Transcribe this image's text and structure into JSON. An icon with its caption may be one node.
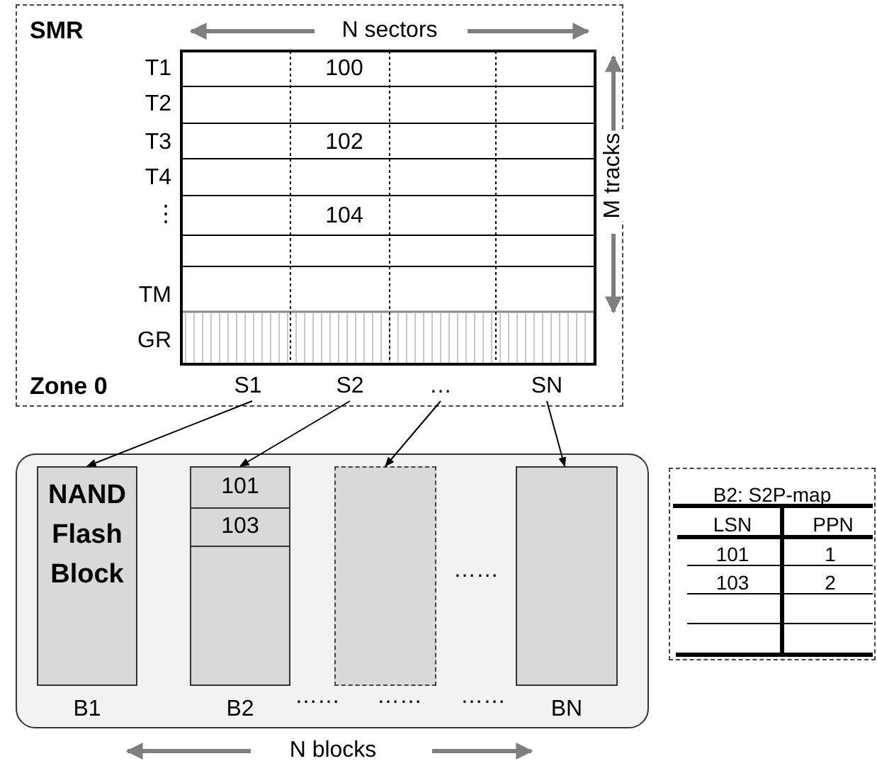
{
  "diagram": {
    "nodes": [
      {
        "text": [
          "SMR",
          "Zone 0"
        ]
      },
      {
        "text": [
          "S1"
        ],
        "in": 0
      },
      {
        "text": [
          "S2"
        ],
        "in": 0
      },
      {
        "text": [
          "…"
        ],
        "in": 0
      },
      {
        "text": [
          "SN"
        ],
        "in": 0
      },
      {
        "text": [],
        "shape": "box"
      },
      {
        "text": [
          "NAND Flash Block"
        ],
        "in": 5,
        "beside": [
          "B1"
        ]
      },
      {
        "text": [],
        "shape": "box",
        "in": 5,
        "beside": [
          "B2"
        ]
      },
      {
        "text": [
          "101"
        ],
        "in": 7
      },
      {
        "text": [
          "103"
        ],
        "in": 7
      },
      {
        "text": [],
        "shape": "box",
        "in": 5
      },
      {
        "text": [],
        "shape": "box",
        "in": 5,
        "beside": [
          "BN"
        ]
      },
      {
        "text": [
          "B2: S2P-map"
        ]
      }
    ],
    "edges": [
      {
        "from": 1,
        "to": 6,
        "arrow": "to"
      },
      {
        "from": 2,
        "to": 7,
        "arrow": "to"
      },
      {
        "from": 3,
        "to": 10,
        "arrow": "to"
      },
      {
        "from": 4,
        "to": 11,
        "arrow": "to"
      }
    ],
    "labels": [
      "N sectors",
      "T1",
      "100",
      "T2",
      "T3",
      "102",
      "T4",
      "⋮",
      "104",
      "TM",
      "GR",
      "M tracks",
      "……",
      "……",
      "……",
      "……",
      "N blocks",
      "LSN",
      "PPN",
      "101",
      "1",
      "103",
      "2"
    ]
  }
}
